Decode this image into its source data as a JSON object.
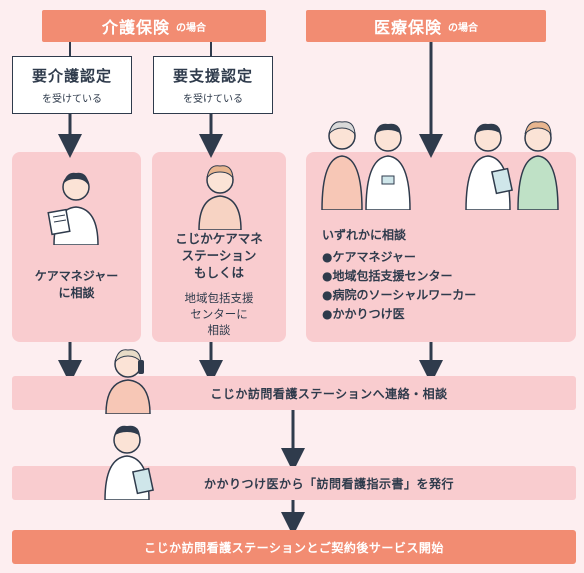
{
  "headers": {
    "kaigo": {
      "main": "介護保険",
      "suffix": "の場合"
    },
    "iryo": {
      "main": "医療保険",
      "suffix": "の場合"
    }
  },
  "requirement_boxes": [
    {
      "title": "要介護認定",
      "sub": "を受けている"
    },
    {
      "title": "要支援認定",
      "sub": "を受けている"
    }
  ],
  "cards": {
    "care_manager": "ケアマネジャー\nに相談",
    "support": {
      "bold": "こじかケアマネ\nステーション\nもしくは",
      "normal": "地域包括支援\nセンターに\n相談"
    },
    "medical": {
      "lead": "いずれかに相談",
      "items": [
        "●ケアマネジャー",
        "●地域包括支援センター",
        "●病院のソーシャルワーカー",
        "●かかりつけ医"
      ]
    }
  },
  "steps": [
    "こじか訪問看護ステーションへ連絡・相談",
    "かかりつけ医から「訪問看護指示書」を発行",
    "こじか訪問看護ステーションとご契約後サービス開始"
  ],
  "colors": {
    "accent": "#f28c72",
    "panel": "#f9cccf",
    "background": "#fdeef0",
    "ink": "#2f3b4c"
  }
}
